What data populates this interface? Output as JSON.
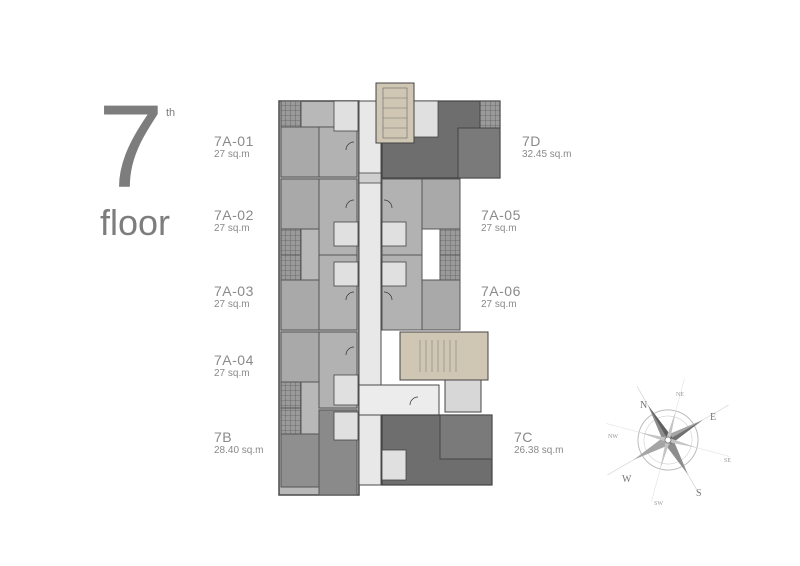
{
  "floor": {
    "number": "7",
    "suffix": "th",
    "word": "floor"
  },
  "units": [
    {
      "id": "7a-01",
      "name": "7A-01",
      "area": "27 sq.m"
    },
    {
      "id": "7a-02",
      "name": "7A-02",
      "area": "27 sq.m"
    },
    {
      "id": "7a-03",
      "name": "7A-03",
      "area": "27 sq.m"
    },
    {
      "id": "7a-04",
      "name": "7A-04",
      "area": "27 sq.m"
    },
    {
      "id": "7b",
      "name": "7B",
      "area": "28.40 sq.m"
    },
    {
      "id": "7d",
      "name": "7D",
      "area": "32.45 sq.m"
    },
    {
      "id": "7a-05",
      "name": "7A-05",
      "area": "27 sq.m"
    },
    {
      "id": "7a-06",
      "name": "7A-06",
      "area": "27 sq.m"
    },
    {
      "id": "7c",
      "name": "7C",
      "area": "26.38 sq.m"
    }
  ],
  "compass": {
    "north": "N",
    "east": "E",
    "south": "S",
    "west": "W",
    "ne": "NE",
    "se": "SE",
    "sw": "SW",
    "nw": "NW"
  },
  "colors": {
    "unit_light": "#a7a7a7",
    "unit_mid": "#8f8f8f",
    "unit_dark": "#6e6e6e",
    "corridor": "#e6e6e6",
    "stair": "#cfc6b3",
    "text": "#8a8a8a"
  }
}
